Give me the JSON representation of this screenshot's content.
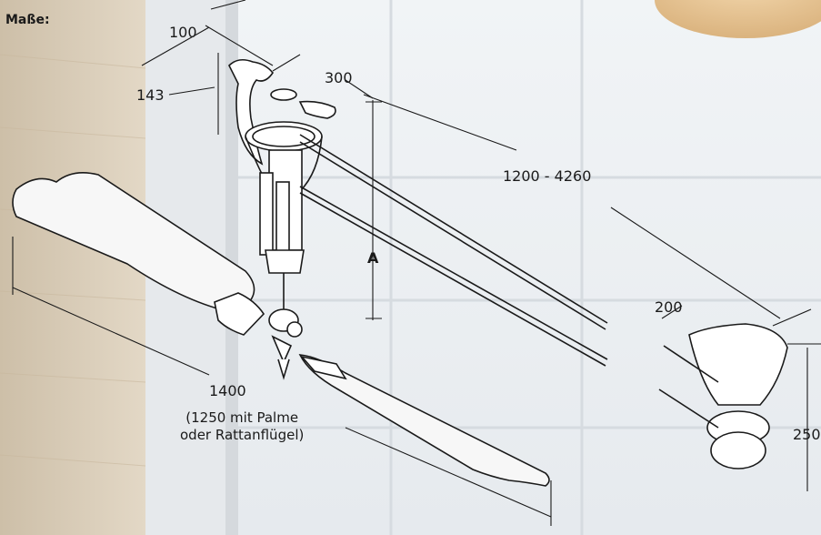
{
  "title": "Maße:",
  "dimensions": {
    "d100": "100",
    "d143": "143",
    "d300": "300",
    "d1200": "1200 - 4260",
    "dA": "A",
    "d200": "200",
    "d250": "250",
    "d1400": "1400",
    "note_line1": "(1250 mit Palme",
    "note_line2": "oder Rattanflügel)"
  },
  "colors": {
    "wall_left": "#d9cbb6",
    "pillar": "#e9ecef",
    "window": "#eef2f5",
    "line": "#1a1a1a",
    "wood": "#e8c89a"
  }
}
